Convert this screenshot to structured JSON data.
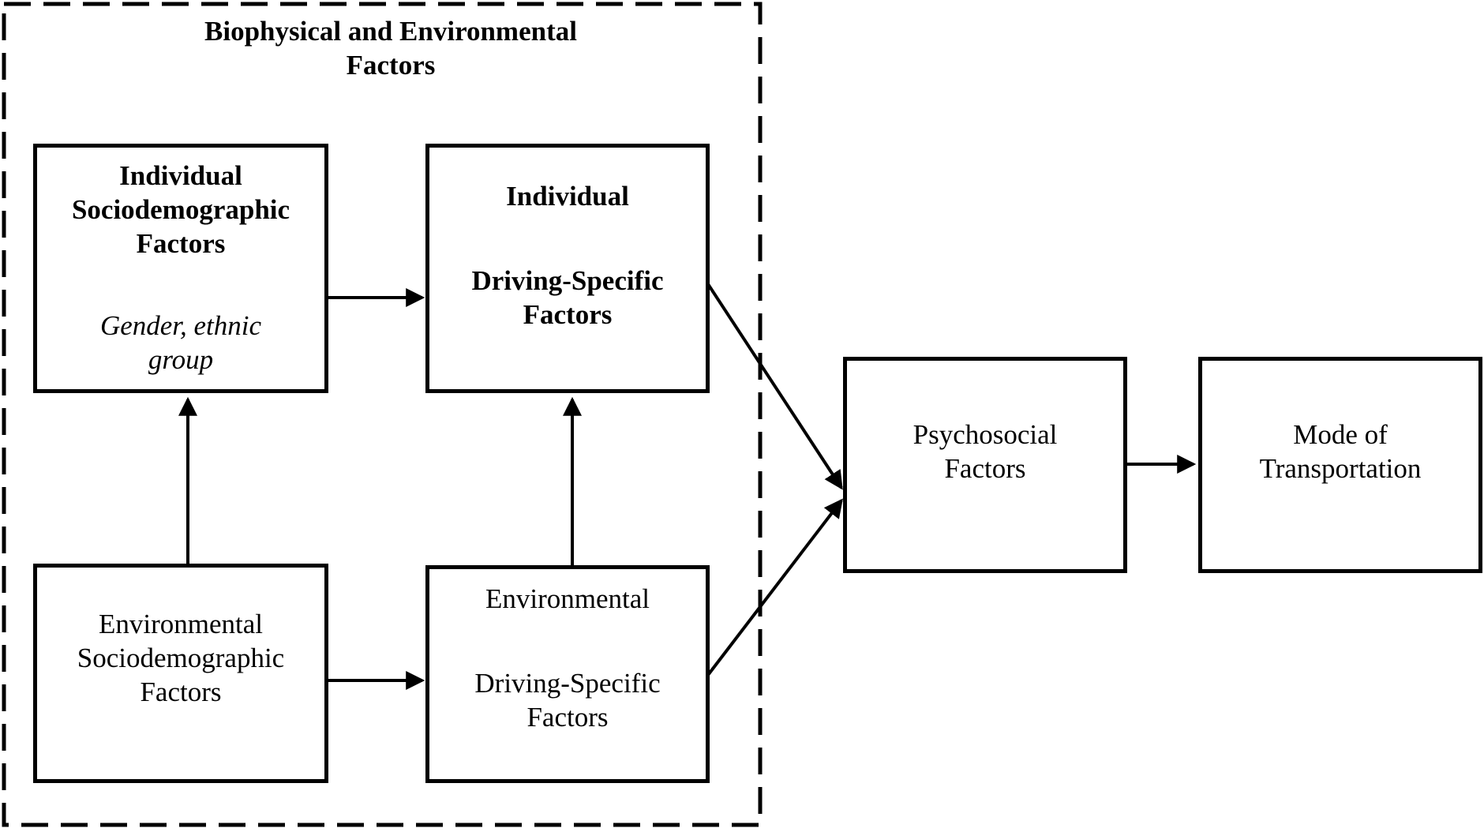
{
  "group": {
    "title_line1": "Biophysical and Environmental",
    "title_line2": "Factors"
  },
  "nodes": {
    "individual_sociodemographic": {
      "title_line1": "Individual",
      "title_line2": "Sociodemographic",
      "title_line3": "Factors",
      "examples_line1": "Gender, ethnic",
      "examples_line2": "group"
    },
    "individual_driving": {
      "title_line1": "Individual",
      "title_line2": "Driving-Specific",
      "title_line3": "Factors"
    },
    "environmental_sociodemographic": {
      "line1": "Environmental",
      "line2": "Sociodemographic",
      "line3": "Factors"
    },
    "environmental_driving": {
      "line1": "Environmental",
      "line2": "Driving-Specific",
      "line3": "Factors"
    },
    "psychosocial": {
      "line1": "Psychosocial",
      "line2": "Factors"
    },
    "mode_of_transportation": {
      "line1": "Mode of",
      "line2": "Transportation"
    }
  },
  "edges": [
    {
      "from": "environmental_sociodemographic",
      "to": "individual_sociodemographic"
    },
    {
      "from": "individual_sociodemographic",
      "to": "individual_driving"
    },
    {
      "from": "environmental_sociodemographic",
      "to": "environmental_driving"
    },
    {
      "from": "environmental_driving",
      "to": "individual_driving"
    },
    {
      "from": "individual_driving",
      "to": "psychosocial"
    },
    {
      "from": "environmental_driving",
      "to": "psychosocial"
    },
    {
      "from": "psychosocial",
      "to": "mode_of_transportation"
    }
  ]
}
